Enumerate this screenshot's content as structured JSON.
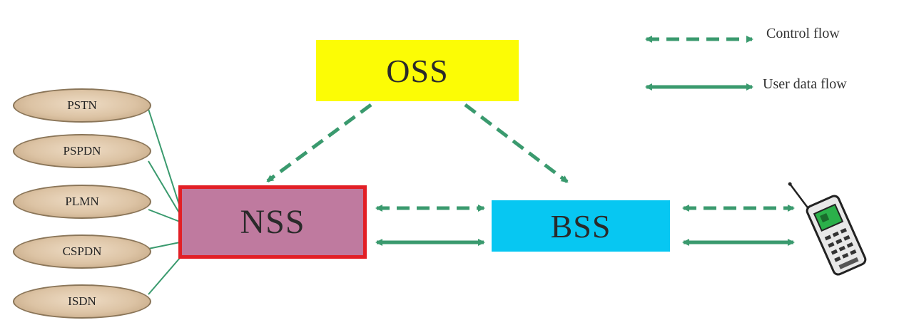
{
  "nodes": {
    "oss": "OSS",
    "nss": "NSS",
    "bss": "BSS"
  },
  "networks": [
    "PSTN",
    "PSPDN",
    "PLMN",
    "CSPDN",
    "ISDN"
  ],
  "legend": {
    "control": "Control flow",
    "user": "User data flow"
  },
  "colors": {
    "oss_fill": "#fcfc05",
    "nss_fill": "#bf7a9f",
    "nss_border": "#e21f26",
    "bss_fill": "#07c7f2",
    "network_fill": "#dcc3a4",
    "flow_arrow": "#3a9a6e"
  },
  "icons": {
    "mobile_station": "mobile-phone-icon"
  }
}
